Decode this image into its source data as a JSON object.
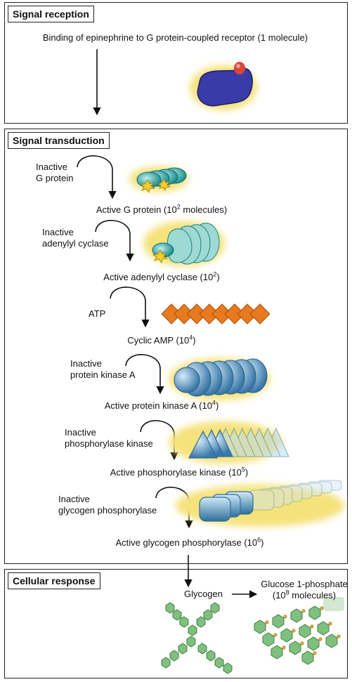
{
  "signal_reception": {
    "title": "Signal reception",
    "description": "Binding of epinephrine to G protein-coupled receptor (1 molecule)"
  },
  "signal_transduction": {
    "title": "Signal transduction",
    "steps": [
      {
        "input": "Inactive\nG protein",
        "output": "Active G protein (10",
        "exp": "2",
        "tail": " molecules)"
      },
      {
        "input": "Inactive\nadenylyl cyclase",
        "output": "Active adenylyl cyclase (10",
        "exp": "2",
        "tail": ")"
      },
      {
        "input": "ATP",
        "output": "Cyclic AMP (10",
        "exp": "4",
        "tail": ")"
      },
      {
        "input": "Inactive\nprotein kinase A",
        "output": "Active protein kinase A (10",
        "exp": "4",
        "tail": ")"
      },
      {
        "input": "Inactive\nphosphorylase kinase",
        "output": "Active phosphorylase kinase (10",
        "exp": "5",
        "tail": ")"
      },
      {
        "input": "Inactive\nglycogen phosphorylase",
        "output": "Active glycogen phosphorylase (10",
        "exp": "6",
        "tail": ")"
      }
    ]
  },
  "cellular_response": {
    "title": "Cellular response",
    "substrate": "Glycogen",
    "product_line1": "Glucose 1-phosphate",
    "product_pre": "(10",
    "product_exp": "8",
    "product_post": " molecules)"
  },
  "colors": {
    "receptor": "#3a3aa8",
    "glow": "#f5e27a",
    "teal": "#2fa6a6",
    "orange": "#e8791e",
    "blue": "#4f8fbf",
    "green": "#7fbf7f"
  }
}
